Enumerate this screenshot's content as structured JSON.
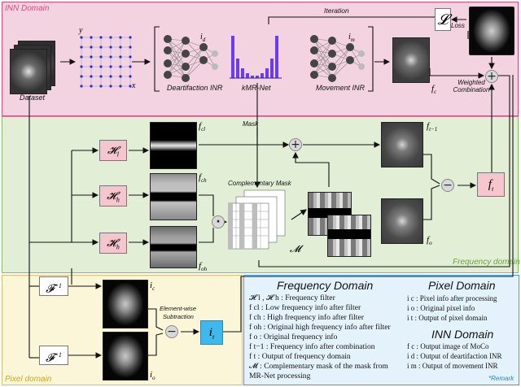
{
  "regions": {
    "inn_domain": "INN Domain",
    "frequency_domain": "Frequency domain",
    "pixel_domain": "Pixel domain"
  },
  "colors": {
    "inn_bg": "#f4d3e0",
    "inn_border": "#d04d86",
    "freq_bg": "#e2efd6",
    "freq_border": "#8ab964",
    "pixel_bg": "#fbf6d7",
    "pixel_border": "#d4c06a",
    "legend_bg": "#e4f3fb",
    "legend_border": "#3aa0e0",
    "neural_purple": "#6a3df0",
    "it_box": "#3fb8ec",
    "filter_pink": "#f6c6cf"
  },
  "labels": {
    "dataset": "Dataset",
    "axis_y": "y",
    "axis_x": "x",
    "iteration": "Iteration",
    "loss_symbol": "𝓛",
    "loss": "Loss",
    "id": "i",
    "id_sub": "d",
    "im": "i",
    "im_sub": "m",
    "deartifaction_inr": "Deartifaction INR",
    "kmr_net": "kMR-Net",
    "movement_inr": "Movement INR",
    "fc": "f",
    "fc_sub": "c",
    "weighted_combination": "Weighted Combination",
    "mask": "Mask",
    "complementary_mask": "Complementary Mask",
    "m_symbol": "𝓜",
    "fcl": "f",
    "fcl_sub": "cl",
    "fch": "f",
    "fch_sub": "ch",
    "foh": "f",
    "foh_sub": "oh",
    "ft1": "f",
    "ft1_sub": "t−1",
    "fo": "f",
    "fo_sub": "o",
    "ft": "f",
    "ft_sub": "t",
    "hl": "𝓗",
    "hl_sub": "l",
    "hh1": "𝓗",
    "hh1_sub": "h",
    "hh2": "𝓗",
    "hh2_sub": "h",
    "finv1": "𝓕",
    "finv1_sup": "−1",
    "finv2": "𝓕",
    "finv2_sup": "−1",
    "ic": "i",
    "ic_sub": "c",
    "io": "i",
    "io_sub": "o",
    "it": "i",
    "it_sub": "t",
    "element_wise": "Element-wise",
    "subtraction": "Subtraction",
    "plus": "+",
    "minus": "−",
    "dot": "·"
  },
  "legend": {
    "frequency_title": "Frequency Domain",
    "frequency_lines": [
      "𝓗 l , 𝓗 h : Frequency filter",
      "f cl : Low frequency info after filter",
      "f ch : High frequency info after filter",
      "f oh : Original high frequency info after filter",
      "f o : Original frequency info",
      "f t−1 : Frequency info after combination",
      "f t : Output of frequency domain",
      "𝓜 : Complementary mask of the mask from",
      "MR-Net processing"
    ],
    "pixel_title": "Pixel Domain",
    "pixel_lines": [
      "i c : Pixel info after processing",
      "i o : Original pixel info",
      "i t : Output of pixel domain"
    ],
    "inn_title": "INN Domain",
    "inn_lines": [
      "f c : Output image of MoCo",
      "i d : Output of deartifaction INR",
      "i m : Output of movement INR"
    ],
    "remark": "*Remark"
  }
}
